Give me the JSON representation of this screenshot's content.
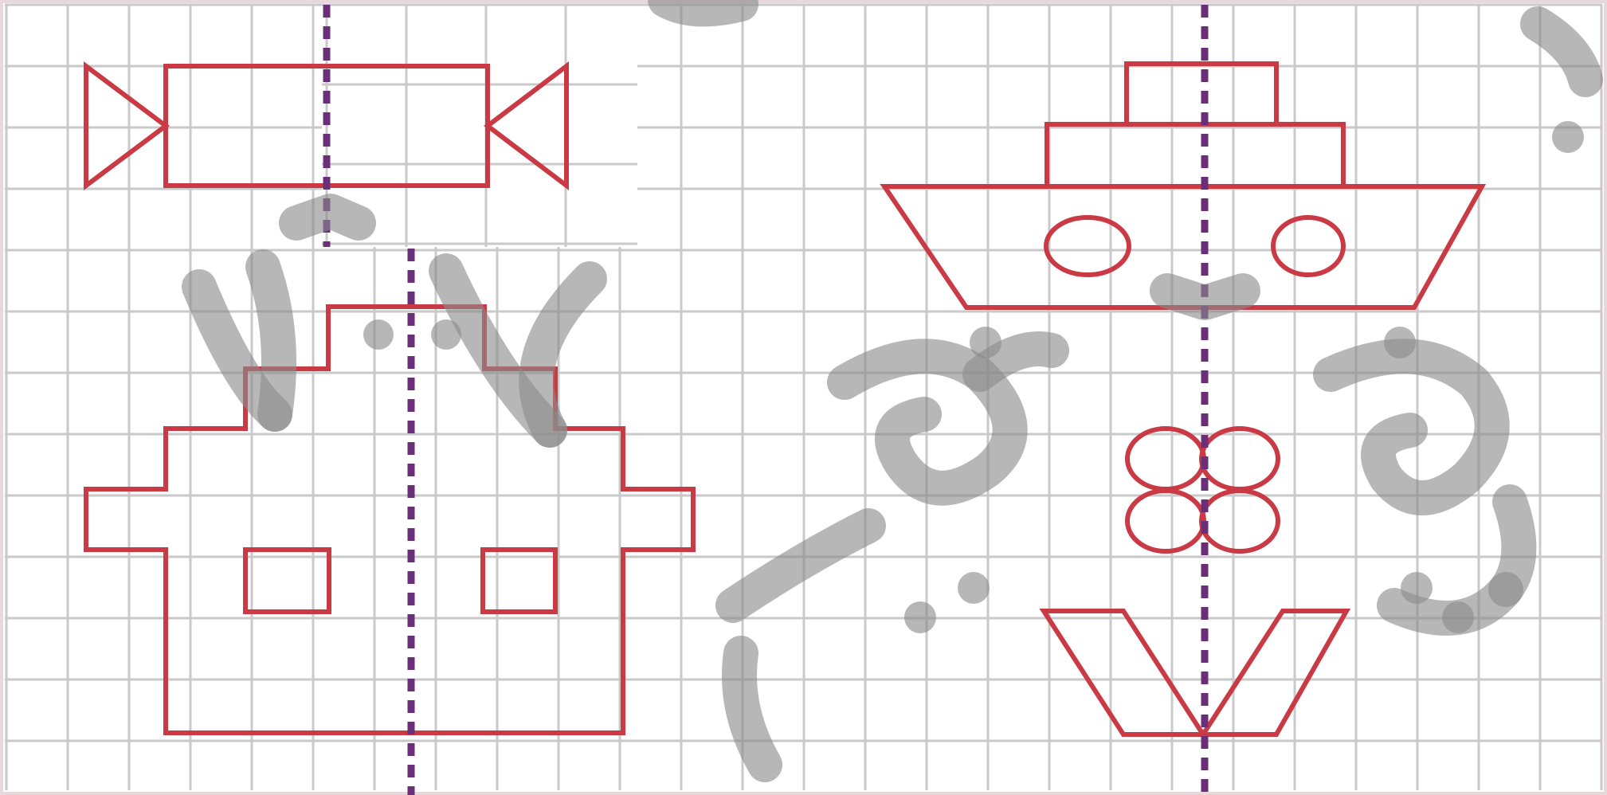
{
  "figure": {
    "panels": [
      {
        "name": "candy",
        "has_symmetry_axis": true
      },
      {
        "name": "house",
        "has_symmetry_axis": true
      },
      {
        "name": "ship",
        "has_symmetry_axis": true
      },
      {
        "name": "flower-and-vase",
        "has_symmetry_axis": true
      }
    ],
    "colors": {
      "shape_stroke": "#c93a45",
      "symmetry_axis": "#6b2f7a",
      "grid": "#c9c9c9",
      "watermark": "#8a8a8a"
    },
    "watermark": "logo-watermark"
  }
}
